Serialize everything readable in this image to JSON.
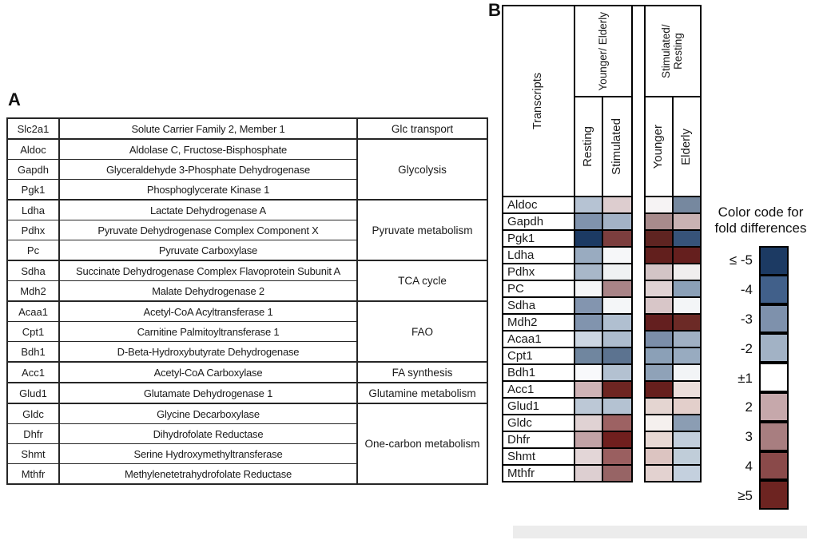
{
  "chart_data": [
    {
      "type": "table",
      "panel_label": "A",
      "rows": [
        {
          "symbol": "Slc2a1",
          "name": "Solute Carrier Family 2, Member 1"
        },
        {
          "symbol": "Aldoc",
          "name": "Aldolase C, Fructose-Bisphosphate"
        },
        {
          "symbol": "Gapdh",
          "name": "Glyceraldehyde 3-Phosphate Dehydrogenase"
        },
        {
          "symbol": "Pgk1",
          "name": "Phosphoglycerate Kinase 1"
        },
        {
          "symbol": "Ldha",
          "name": "Lactate Dehydrogenase A"
        },
        {
          "symbol": "Pdhx",
          "name": "Pyruvate Dehydrogenase Complex Component X"
        },
        {
          "symbol": "Pc",
          "name": "Pyruvate Carboxylase"
        },
        {
          "symbol": "Sdha",
          "name": "Succinate Dehydrogenase Complex Flavoprotein Subunit A"
        },
        {
          "symbol": "Mdh2",
          "name": "Malate Dehydrogenase 2"
        },
        {
          "symbol": "Acaa1",
          "name": "Acetyl-CoA Acyltransferase 1"
        },
        {
          "symbol": "Cpt1",
          "name": "Carnitine Palmitoyltransferase 1"
        },
        {
          "symbol": "Bdh1",
          "name": "D-Beta-Hydroxybutyrate Dehydrogenase"
        },
        {
          "symbol": "Acc1",
          "name": "Acetyl-CoA Carboxylase"
        },
        {
          "symbol": "Glud1",
          "name": "Glutamate Dehydrogenase 1"
        },
        {
          "symbol": "Gldc",
          "name": "Glycine Decarboxylase"
        },
        {
          "symbol": "Dhfr",
          "name": "Dihydrofolate Reductase"
        },
        {
          "symbol": "Shmt",
          "name": "Serine Hydroxymethyltransferase"
        },
        {
          "symbol": "Mthfr",
          "name": "Methylenetetrahydrofolate Reductase"
        }
      ],
      "pathway_groups": [
        {
          "label": "Glc transport",
          "start": 0,
          "span": 1
        },
        {
          "label": "Glycolysis",
          "start": 1,
          "span": 3
        },
        {
          "label": "Pyruvate metabolism",
          "start": 4,
          "span": 3
        },
        {
          "label": "TCA cycle",
          "start": 7,
          "span": 2
        },
        {
          "label": "FAO",
          "start": 9,
          "span": 3
        },
        {
          "label": "FA synthesis",
          "start": 12,
          "span": 1
        },
        {
          "label": "Glutamine metabolism",
          "start": 13,
          "span": 1
        },
        {
          "label": "One-carbon metabolism",
          "start": 14,
          "span": 4
        }
      ]
    },
    {
      "type": "heatmap",
      "panel_label": "B",
      "row_axis_label": "Transcripts",
      "column_groups": [
        "Younger/ Elderly",
        "Stimulated/ Resting"
      ],
      "columns": [
        "Resting",
        "Stimulated",
        "Younger",
        "Elderly"
      ],
      "rows": [
        "Aldoc",
        "Gapdh",
        "Pgk1",
        "Ldha",
        "Pdhx",
        "PC",
        "Sdha",
        "Mdh2",
        "Acaa1",
        "Cpt1",
        "Bdh1",
        "Acc1",
        "Glud1",
        "Gldc",
        "Dhfr",
        "Shmt",
        "Mthfr"
      ],
      "values": [
        [
          "-2",
          "2",
          "±1",
          "-3"
        ],
        [
          "-3",
          "-2",
          "3",
          "2"
        ],
        [
          "≤ -5",
          "4",
          "≥5",
          "-4"
        ],
        [
          "-2",
          "±1",
          "≥5",
          "≥5"
        ],
        [
          "-2",
          "±1",
          "2",
          "±1"
        ],
        [
          "±1",
          "3",
          "2",
          "-2"
        ],
        [
          "-3",
          "±1",
          "2",
          "±1"
        ],
        [
          "-3",
          "-2",
          "≥5",
          "≥5"
        ],
        [
          "-2",
          "-2",
          "-3",
          "-2"
        ],
        [
          "-3",
          "-4",
          "-2",
          "-2"
        ],
        [
          "±1",
          "-2",
          "-2",
          "±1"
        ],
        [
          "2",
          "≥5",
          "≥5",
          "2"
        ],
        [
          "-2",
          "-2",
          "2",
          "2"
        ],
        [
          "2",
          "4",
          "±1",
          "-3"
        ],
        [
          "3",
          "≥5",
          "2",
          "-2"
        ],
        [
          "2",
          "4",
          "2",
          "-2"
        ],
        [
          "2",
          "4",
          "2",
          "-2"
        ]
      ],
      "cell_colors": [
        [
          "#b6c3d3",
          "#ddcdcf",
          "#f6f3f4",
          "#76889f"
        ],
        [
          "#8093ad",
          "#a3b2c6",
          "#a88b8c",
          "#c9b2b3"
        ],
        [
          "#1c3a63",
          "#7c3e3e",
          "#5f2421",
          "#375379"
        ],
        [
          "#99abc0",
          "#f6f7f9",
          "#621f1d",
          "#651f1e"
        ],
        [
          "#a8b7c9",
          "#eff1f3",
          "#d3c4c6",
          "#f0eeee"
        ],
        [
          "#f5f6f8",
          "#a98487",
          "#e0d3d4",
          "#8ba0b7"
        ],
        [
          "#8395af",
          "#f4f6f8",
          "#d8c6c8",
          "#f3f5f7"
        ],
        [
          "#8194ae",
          "#b0bfd0",
          "#641f1f",
          "#6c2a26"
        ],
        [
          "#ccd6e2",
          "#adbccd",
          "#7b8ea9",
          "#a0b0c3"
        ],
        [
          "#70869f",
          "#5c7390",
          "#8ba0b7",
          "#98abc0"
        ],
        [
          "#f8f9fb",
          "#b3c1d1",
          "#8fa2b8",
          "#f2f4f6"
        ],
        [
          "#cfb3b6",
          "#6e2522",
          "#661f1d",
          "#ecdedb"
        ],
        [
          "#bcc8d6",
          "#b4c2d2",
          "#e4d5d1",
          "#e3cfcb"
        ],
        [
          "#e0d2d3",
          "#9d6263",
          "#f5f0ee",
          "#8b9db3"
        ],
        [
          "#c2a3a6",
          "#701f1e",
          "#e7d8d4",
          "#c2cedc"
        ],
        [
          "#e3d6d7",
          "#9a5f60",
          "#dcc4c1",
          "#c0cdd9"
        ],
        [
          "#ddcfd1",
          "#976465",
          "#e3d2d0",
          "#c4d0de"
        ]
      ],
      "legend": {
        "title": "Color code for fold differences",
        "bins": [
          {
            "label": "≤ -5",
            "color": "#1c3a63"
          },
          {
            "label": "-4",
            "color": "#41608a"
          },
          {
            "label": "-3",
            "color": "#7e91ac"
          },
          {
            "label": "-2",
            "color": "#a2b2c5"
          },
          {
            "label": "±1",
            "color": "#ffffff"
          },
          {
            "label": "2",
            "color": "#c6a8ab"
          },
          {
            "label": "3",
            "color": "#a87e80"
          },
          {
            "label": "4",
            "color": "#8a4a4a"
          },
          {
            "label": "≥5",
            "color": "#6d2421"
          }
        ]
      }
    }
  ]
}
